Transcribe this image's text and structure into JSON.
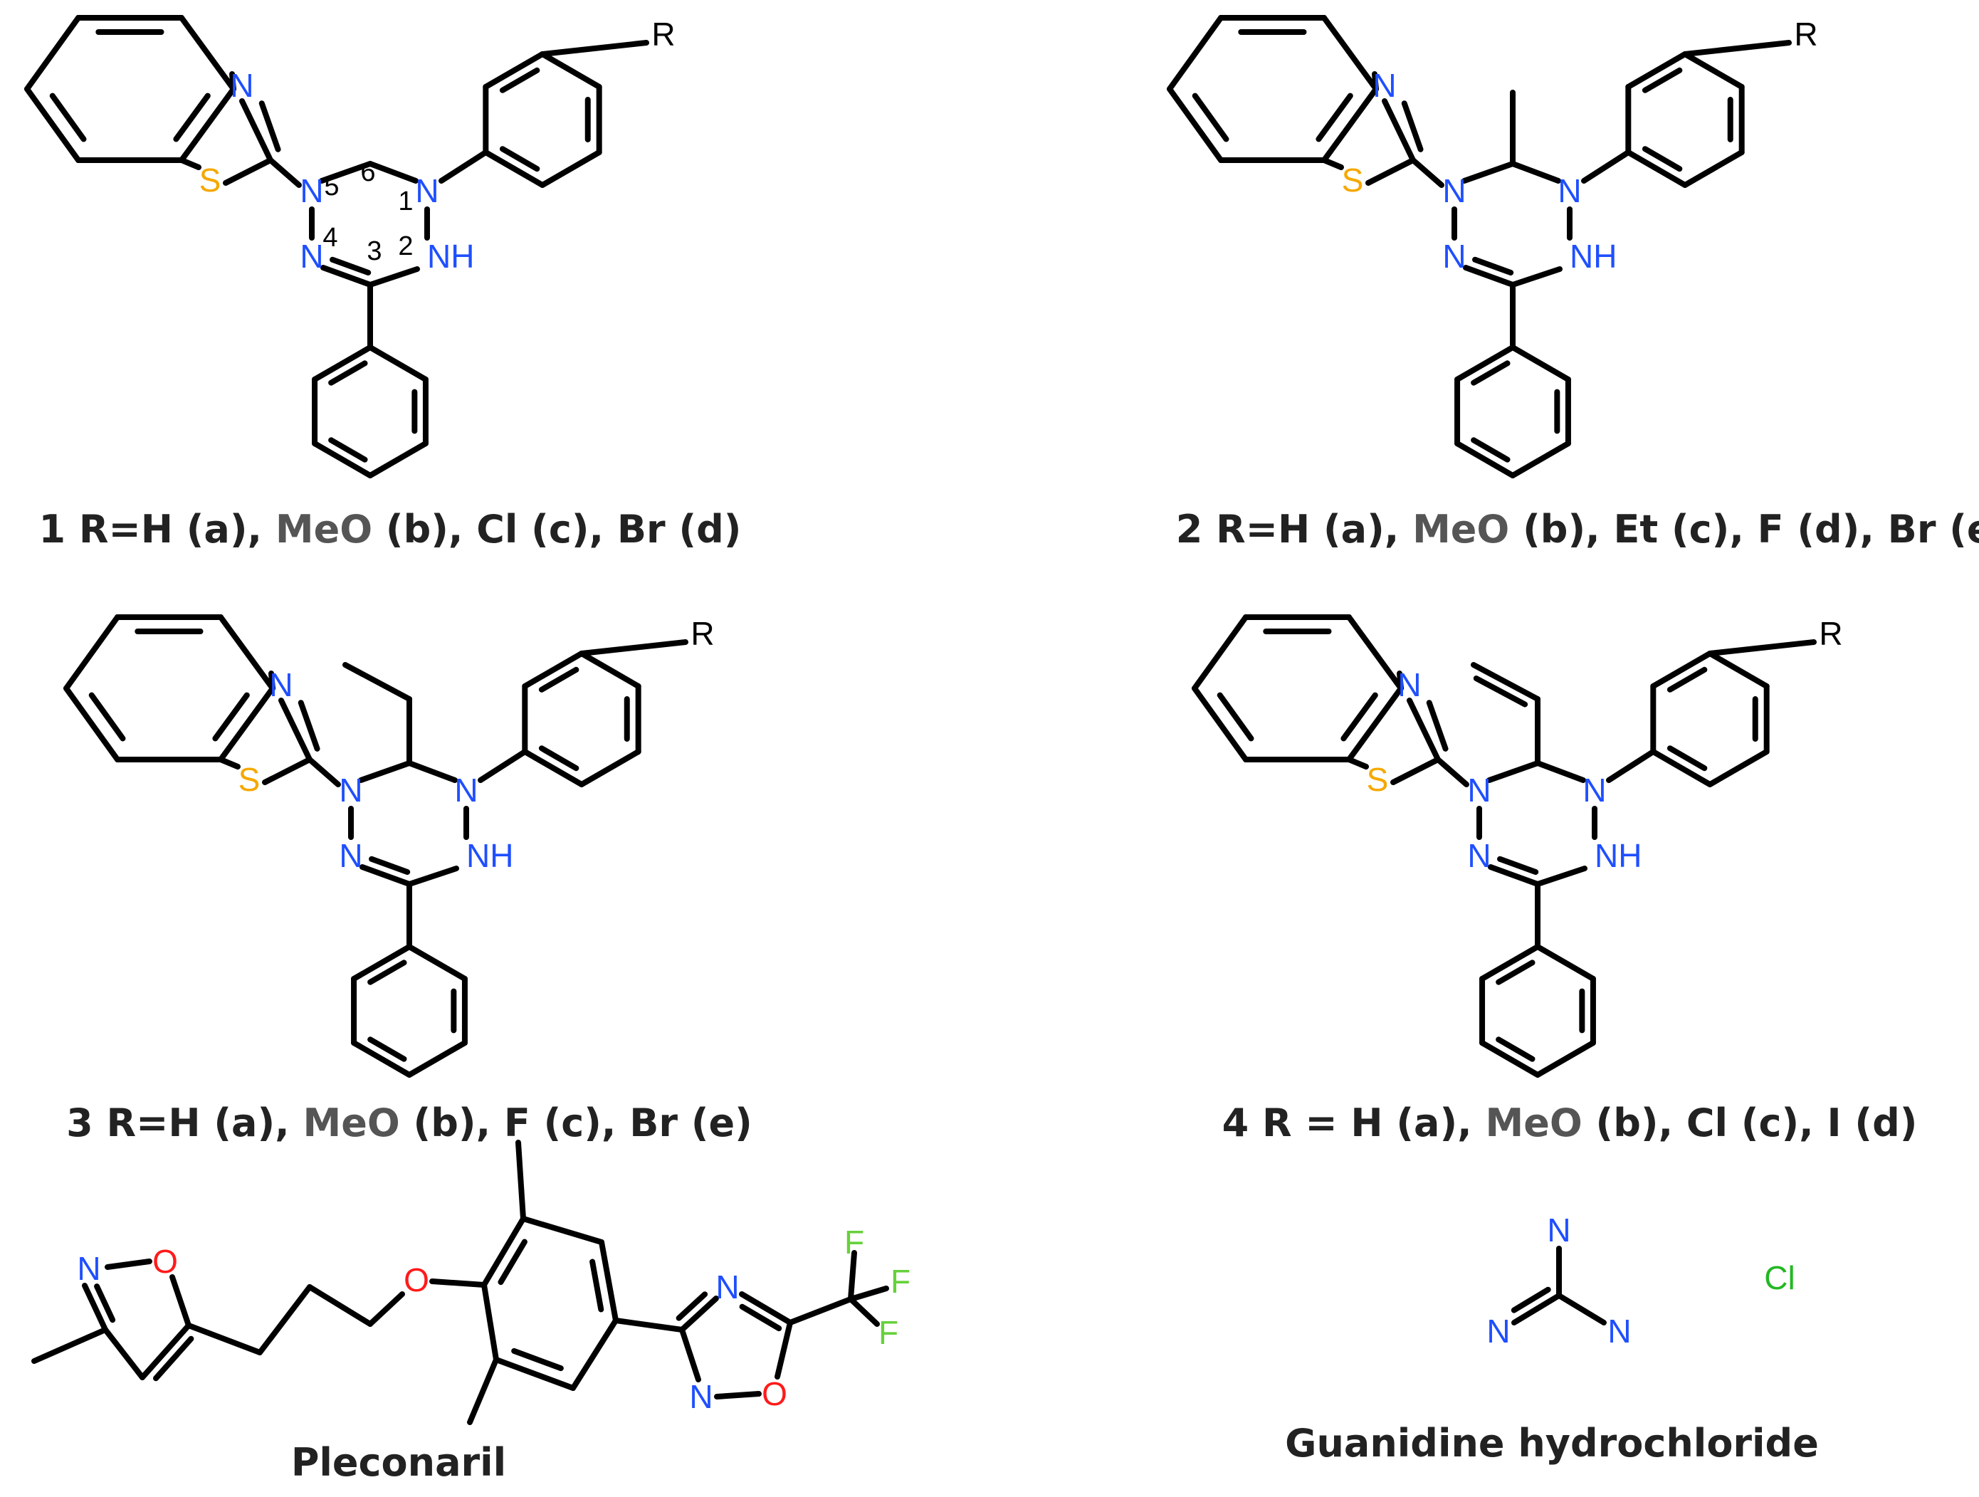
{
  "colors": {
    "bond": "#000000",
    "nitrogen": "#1f4fff",
    "sulfur": "#f5a800",
    "oxygen": "#ff1a1a",
    "fluorine": "#66d13a",
    "chlorine": "#22b822",
    "caption": "#222222",
    "caption_meo": "#555555"
  },
  "atoms": {
    "N": "N",
    "S": "S",
    "NH": "NH",
    "R": "R",
    "O": "O",
    "F": "F",
    "Cl": "Cl"
  },
  "ring_numbers": [
    "1",
    "2",
    "3",
    "4",
    "5",
    "6"
  ],
  "compounds": [
    {
      "id": "1",
      "caption_pre": "1 R=H (a), ",
      "caption_meo": "MeO",
      "caption_post": " (b), Cl (c), Br (d)"
    },
    {
      "id": "2",
      "caption_pre": "2 R=H (a), ",
      "caption_meo": "MeO",
      "caption_post": " (b), Et (c), F (d), Br (e)"
    },
    {
      "id": "3",
      "caption_pre": "3 R=H (a), ",
      "caption_meo": "MeO",
      "caption_post": " (b), F (c), Br (e)"
    },
    {
      "id": "4",
      "caption_pre": "4 R = H (a), ",
      "caption_meo": "MeO",
      "caption_post": " (b), Cl (c), I (d)"
    }
  ],
  "pleconaril": {
    "caption": "Pleconaril"
  },
  "guanidine": {
    "caption": "Guanidine hydrochloride"
  }
}
